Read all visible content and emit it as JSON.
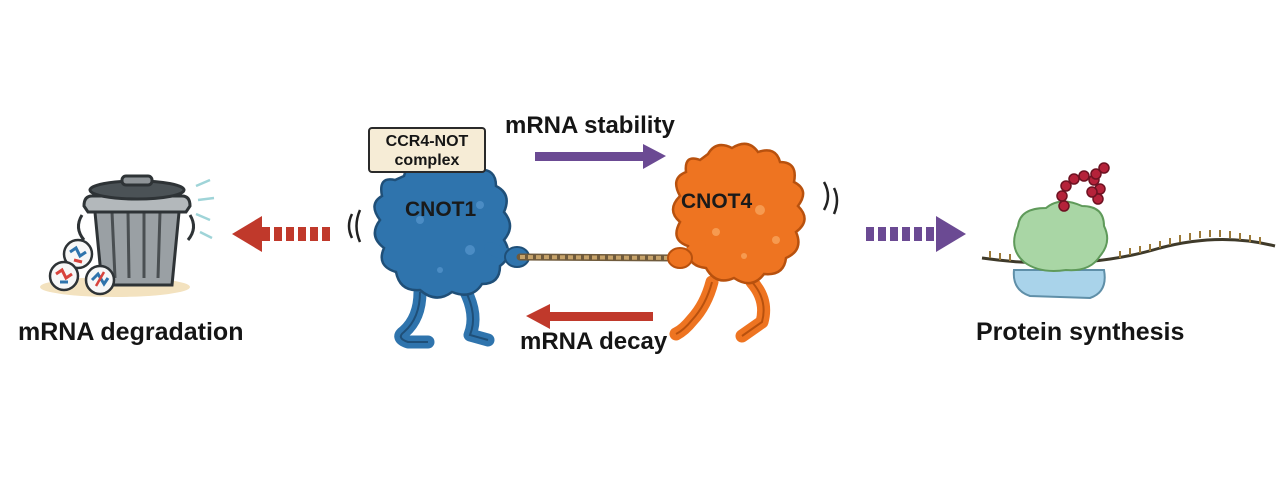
{
  "labels": {
    "degradation": "mRNA degradation",
    "synthesis": "Protein synthesis",
    "stability": "mRNA stability",
    "decay": "mRNA decay",
    "complex_line1": "CCR4-NOT",
    "complex_line2": "complex",
    "cnot1": "CNOT1",
    "cnot4": "CNOT4"
  },
  "colors": {
    "cnot1_blue": "#2f74ad",
    "cnot4_orange": "#ee7421",
    "stability_arrow_purple": "#6b4a93",
    "decay_arrow_red": "#c0392b",
    "ribosome_large_green": "#a9d6a5",
    "ribosome_small_blue": "#a9d3ea",
    "peptide_red": "#b5223a",
    "trash_gray": "#8f9498"
  },
  "icons": [
    "trash-can-icon",
    "ribosome-icon",
    "rope-icon"
  ]
}
